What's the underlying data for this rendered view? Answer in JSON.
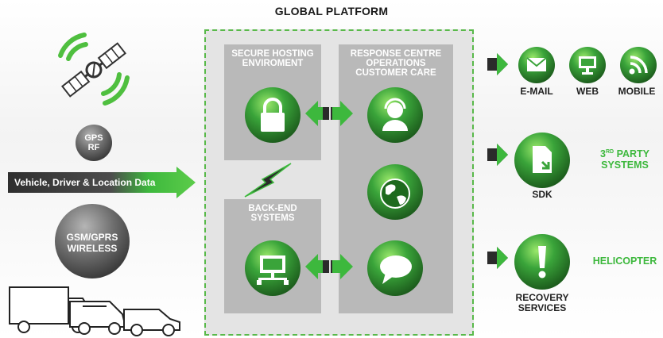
{
  "title": "GLOBAL PLATFORM",
  "left": {
    "gps_line1": "GPS",
    "gps_line2": "RF",
    "arrow_label": "Vehicle, Driver & Location Data",
    "gsm_line1": "GSM/GPRS",
    "gsm_line2": "WIRELESS"
  },
  "platform": {
    "hosting_line1": "SECURE HOSTING",
    "hosting_line2": "ENVIROMENT",
    "response_line1": "RESPONSE CENTRE",
    "response_line2": "OPERATIONS",
    "response_line3": "CUSTOMER CARE",
    "backend_line1": "BACK-END",
    "backend_line2": "SYSTEMS"
  },
  "outputs": {
    "email": "E-MAIL",
    "web": "WEB",
    "mobile": "MOBILE",
    "sdk": "SDK",
    "third_party_sup": "RD",
    "third_party_pre": "3",
    "third_party_line1": "PARTY",
    "third_party_line2": "SYSTEMS",
    "recovery_line1": "RECOVERY",
    "recovery_line2": "SERVICES",
    "helicopter": "HELICOPTER"
  },
  "colors": {
    "green": "#3db83d",
    "dark_green": "#2f8a2f",
    "gray_box": "#b9b9b9",
    "dark": "#2b2b2b"
  },
  "icons": [
    "satellite-icon",
    "truck-icon",
    "van-icon",
    "car-icon",
    "lock-icon",
    "operator-icon",
    "globe-icon",
    "monitor-network-icon",
    "chat-bubble-icon",
    "envelope-icon",
    "monitor-icon",
    "rss-icon",
    "document-icon",
    "exclamation-icon",
    "lightning-icon"
  ]
}
